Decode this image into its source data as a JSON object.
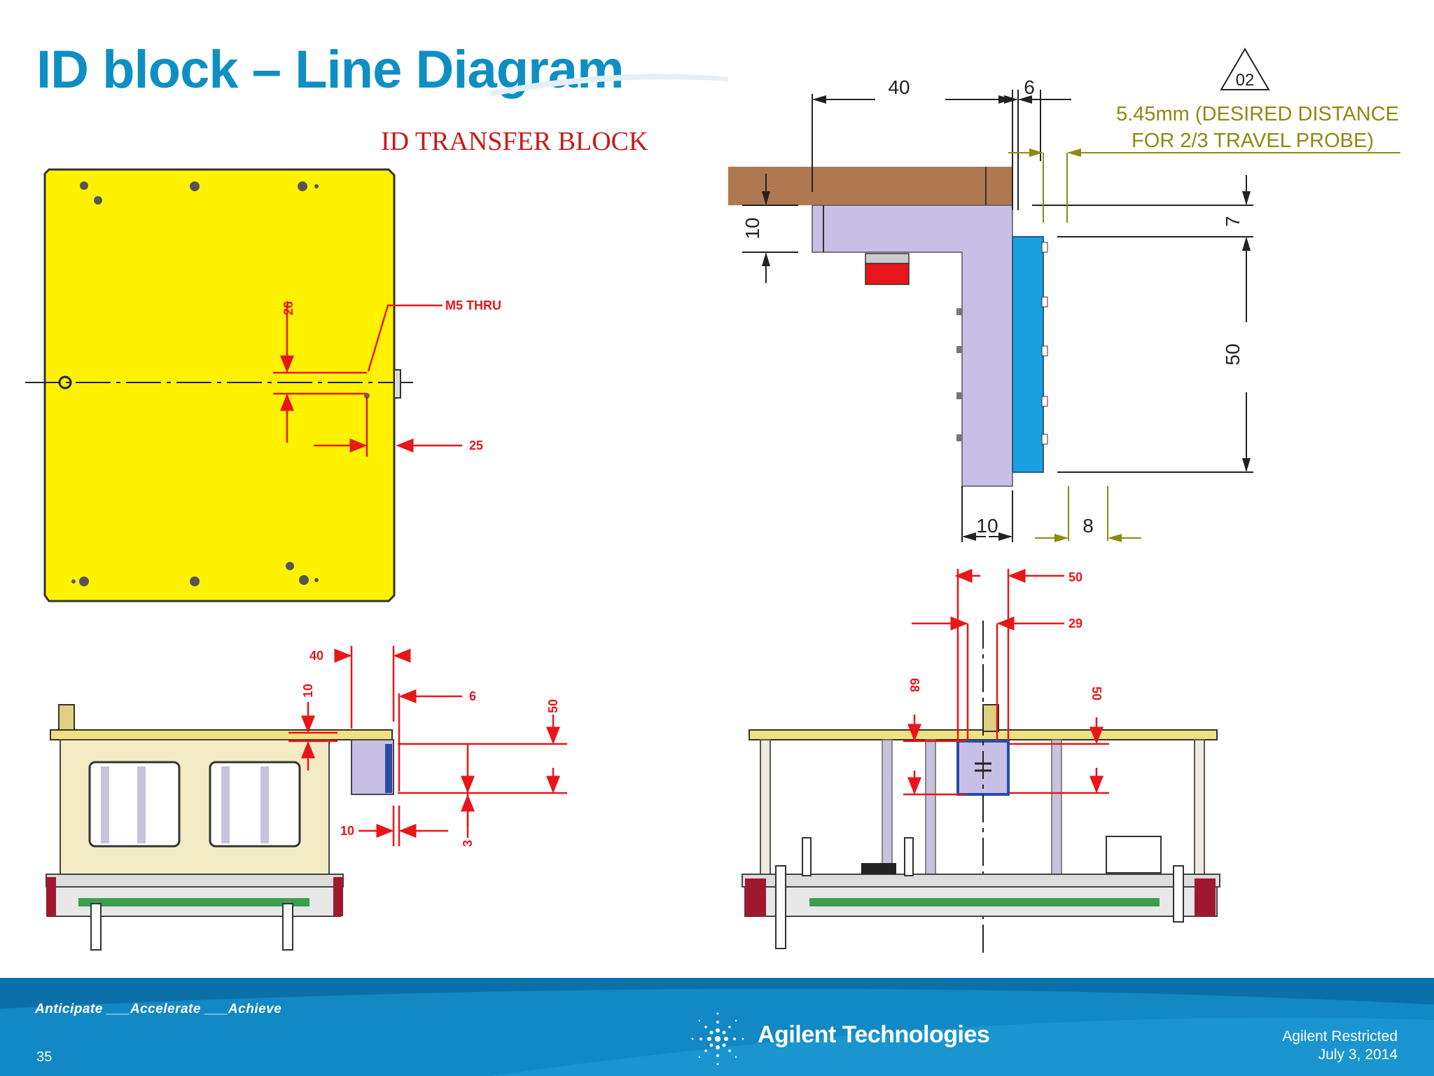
{
  "slide": {
    "title": "ID block – Line Diagram",
    "page_number": "35",
    "tagline": "Anticipate ___Accelerate ___Achieve",
    "brand": "Agilent Technologies",
    "classification": "Agilent Restricted",
    "date": "July 3, 2014"
  },
  "colors": {
    "title": "#0e8fc4",
    "footer": "#0f82bf",
    "plate_yellow": "#fff200",
    "block_lavender": "#c8bfe6",
    "probe_blue": "#1aa0e0",
    "bar_brown": "#b07850",
    "dim_red": "#e8161a",
    "dim_olive": "#8c8a12"
  },
  "top_view": {
    "heading": "ID TRANSFER BLOCK",
    "callout_hole": "M5 THRU",
    "dim_vertical": "26",
    "dim_horizontal": "25"
  },
  "detail_view": {
    "dim_top_width": "40",
    "dim_top_gap": "6",
    "revision_marker": "02",
    "note_line1": "5.45mm (DESIRED DISTANCE",
    "note_line2": "FOR 2/3 TRAVEL PROBE)",
    "dim_bar_thickness": "10",
    "dim_probe_offset": "7",
    "dim_probe_height": "50",
    "dim_block_width": "10",
    "dim_probe_width": "8"
  },
  "side_view": {
    "dim_40": "40",
    "dim_6": "6",
    "dim_10_top": "10",
    "dim_50": "50",
    "dim_10_bottom": "10",
    "dim_3": "3"
  },
  "front_view": {
    "dim_50_top": "50",
    "dim_29": "29",
    "dim_68": "68",
    "dim_50_side": "50"
  }
}
